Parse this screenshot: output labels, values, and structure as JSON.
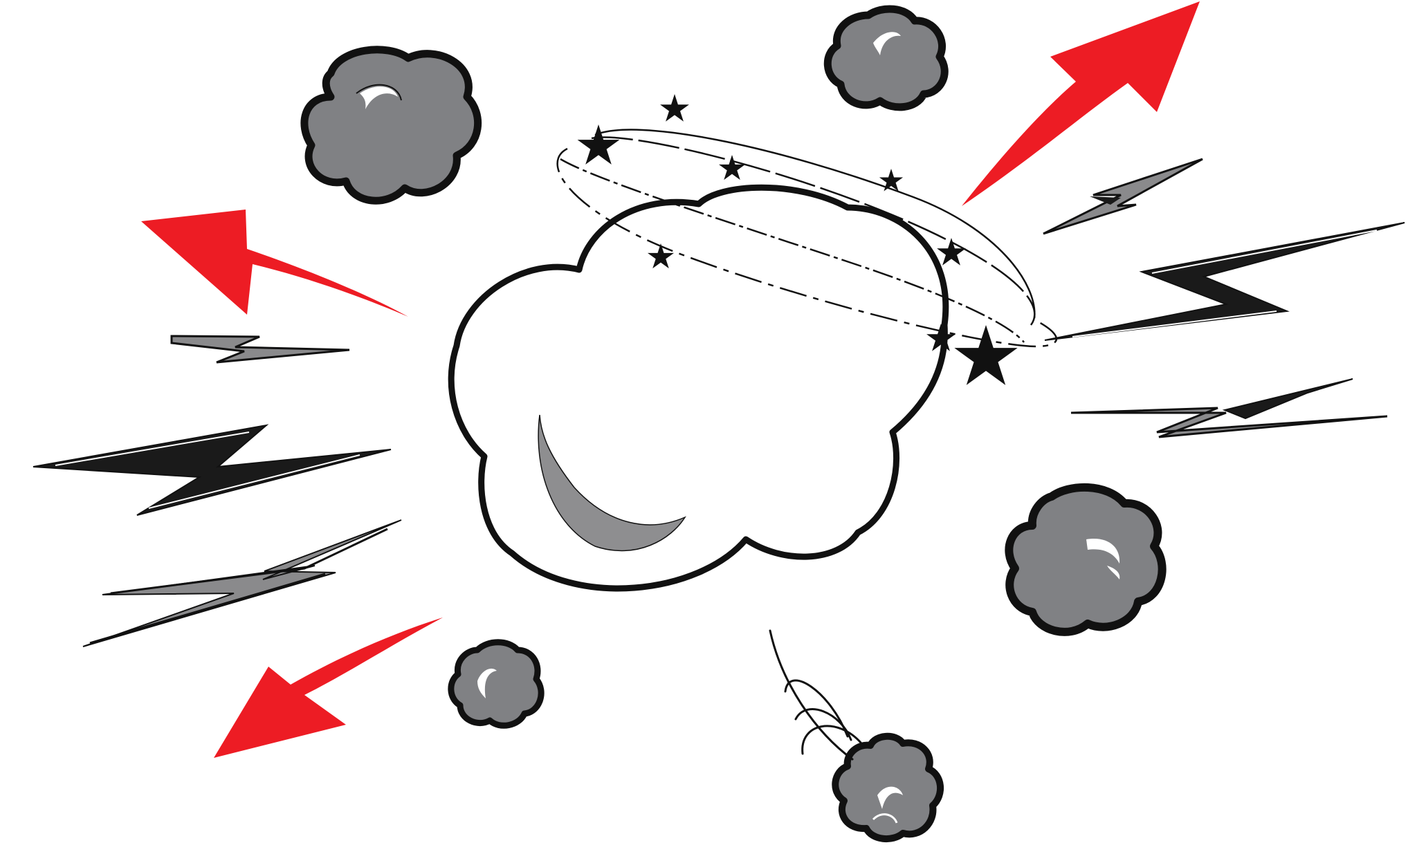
{
  "illustration": {
    "kind": "comic explosion burst",
    "speech_bubble": {
      "text": ""
    },
    "colors": {
      "outline": "#111111",
      "smoke_fill": "#808184",
      "bolt_gray": "#8a8a8c",
      "arrow_red": "#ed1c24",
      "bubble_fill": "#ffffff",
      "bubble_shadow": "#8e8e90",
      "star": "#111111"
    },
    "icons": {
      "burst_bubble": "speech-cloud-icon",
      "smoke": "smoke-puff-icon",
      "bolt": "lightning-bolt-icon",
      "arrow": "arrow-icon",
      "star": "star-icon",
      "orbit": "dizzy-orbit-icon"
    },
    "counts_visible": {
      "smoke_puffs": 5,
      "red_arrows": 3,
      "lightning_bolts": 6,
      "stars": 9
    }
  }
}
